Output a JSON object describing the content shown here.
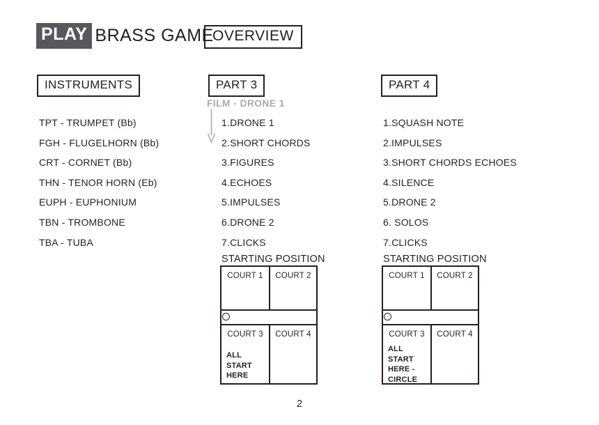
{
  "header": {
    "play_label": "PLAY",
    "title_rest": "BRASS GAME",
    "overview_label": "OVERVIEW"
  },
  "instruments": {
    "heading": "INSTRUMENTS",
    "items": [
      "TPT - TRUMPET (Bb)",
      "FGH - FLUGELHORN (Bb)",
      "CRT - CORNET (Bb)",
      "THN - TENOR HORN (Eb)",
      "EUPH - EUPHONIUM",
      "TBN - TROMBONE",
      "TBA - TUBA"
    ]
  },
  "part3": {
    "heading": "PART 3",
    "film_label": "FILM - DRONE 1",
    "items": [
      "1.DRONE 1",
      "2.SHORT CHORDS",
      "3.FIGURES",
      "4.ECHOES",
      "5.IMPULSES",
      "6.DRONE 2",
      "7.CLICKS"
    ]
  },
  "part4": {
    "heading": "PART 4",
    "items": [
      "1.SQUASH NOTE",
      "2.IMPULSES",
      "3.SHORT CHORDS ECHOES",
      "4.SILENCE",
      "5.DRONE 2",
      "6. SOLOS",
      "7.CLICKS"
    ]
  },
  "starting_positions": [
    {
      "heading": "STARTING POSITION",
      "court1": "COURT 1",
      "court2": "COURT 2",
      "court3": "COURT 3",
      "court4": "COURT 4",
      "note": "ALL START HERE"
    },
    {
      "heading": "STARTING POSITION",
      "court1": "COURT 1",
      "court2": "COURT 2",
      "court3": "COURT 3",
      "court4": "COURT 4",
      "note": "ALL START HERE - CIRCLE"
    }
  ],
  "page_number": "2",
  "colors": {
    "play_box_bg": "#56585c",
    "muted_gray": "#a7a9ac",
    "text": "#231f20",
    "background": "#ffffff"
  }
}
